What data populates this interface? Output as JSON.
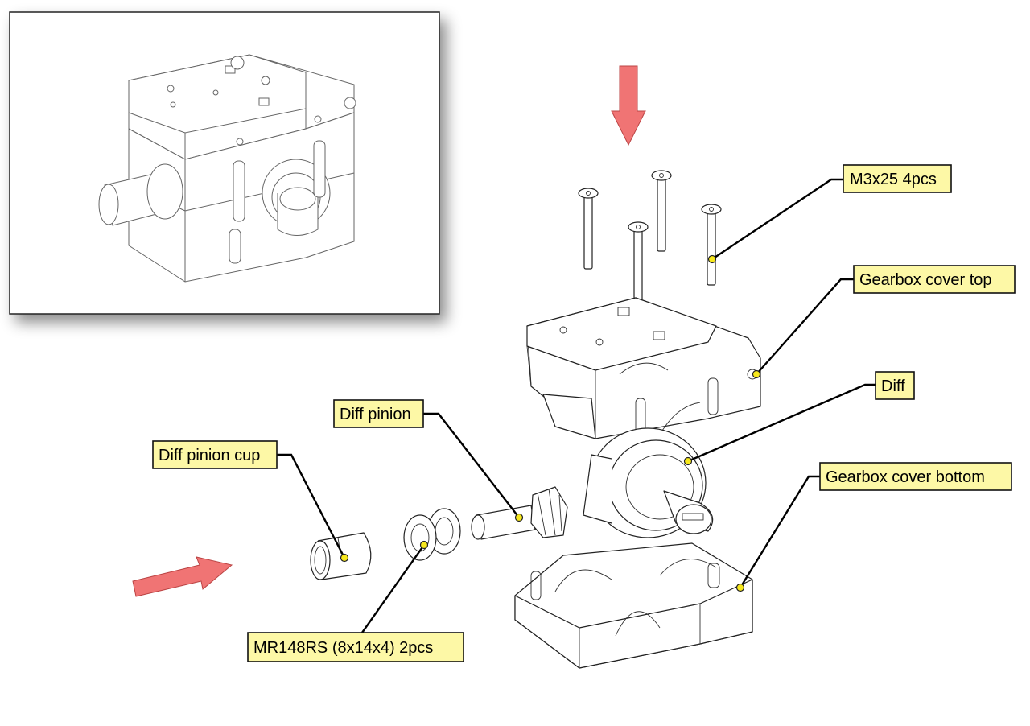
{
  "labels": {
    "screws": "M3x25 4pcs",
    "cover_top": "Gearbox cover top",
    "diff": "Diff",
    "cover_bottom": "Gearbox cover bottom",
    "pinion": "Diff pinion",
    "pinion_cup": "Diff pinion cup",
    "bearings": "MR148RS (8x14x4) 2pcs"
  },
  "colors": {
    "label_bg": "#fdf8a6",
    "arrow": "#f07474",
    "dot": "#f7e81c"
  },
  "icons": {
    "down_arrow": "assembly-direction-down-arrow",
    "side_arrow": "assembly-direction-right-arrow"
  }
}
